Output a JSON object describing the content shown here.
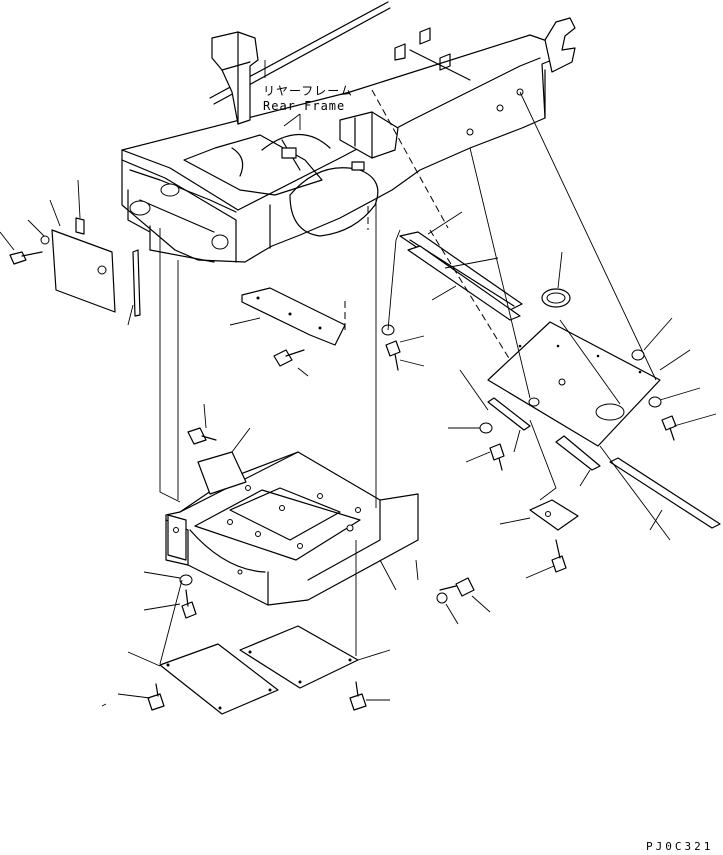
{
  "labels": {
    "rear_frame_jp": "リヤーフレーム",
    "rear_frame_en": "Rear Frame"
  },
  "drawing_code": "PJ0C321",
  "colors": {
    "ink": "#000000",
    "paper": "#ffffff"
  }
}
